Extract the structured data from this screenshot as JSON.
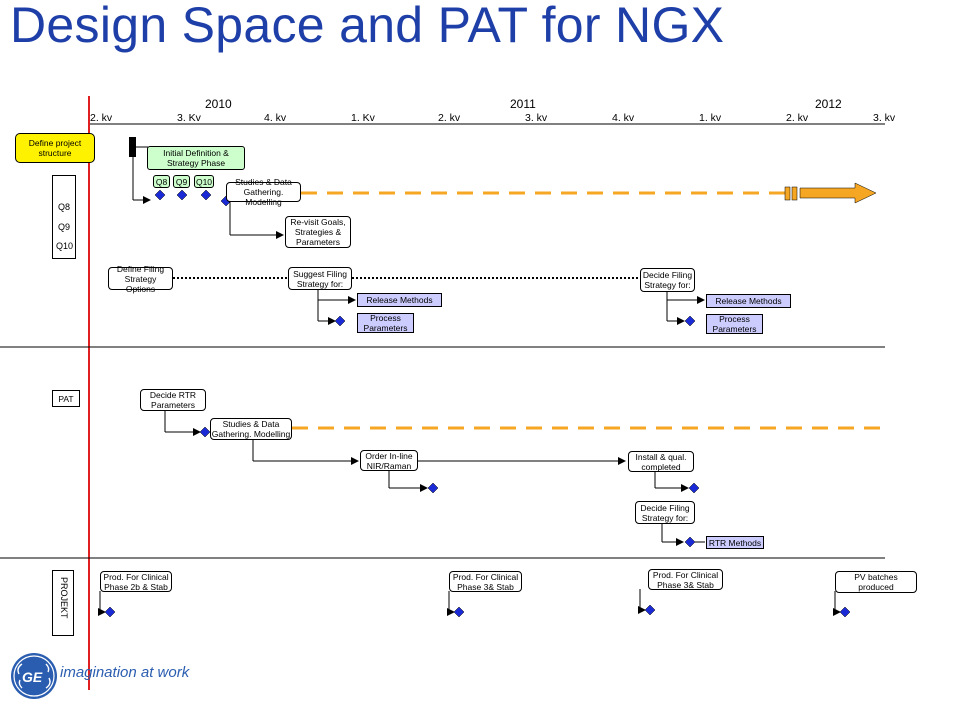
{
  "title": "Design Space and PAT for NGX",
  "years": [
    "2010",
    "2011",
    "2012"
  ],
  "quarters": [
    "2. kv",
    "3. Kv",
    "4. kv",
    "1. Kv",
    "2. kv",
    "3. kv",
    "4. kv",
    "1. kv",
    "2. kv",
    "3. kv"
  ],
  "define_project": "Define project structure",
  "initial_def": "Initial Definition & Strategy Phase",
  "q_row": [
    "Q8",
    "Q9",
    "Q10"
  ],
  "left_q": [
    "Q8",
    "Q9",
    "Q10"
  ],
  "studies1": "Studies & Data Gathering. Modelling",
  "revisit": "Re-visit Goals, Strategies & Parameters",
  "define_filing": "Define Filing Strategy Options",
  "suggest_filing": "Suggest Filing Strategy for:",
  "decide_filing1": "Decide Filing Strategy for:",
  "release1": "Release Methods",
  "process1": "Process Parameters",
  "release2": "Release Methods",
  "process2": "Process Parameters",
  "pat": "PAT",
  "decide_rtr": "Decide RTR Parameters",
  "studies2": "Studies & Data Gathering. Modelling",
  "order_inline": "Order In-line NIR/Raman",
  "install": "Install & qual. completed",
  "decide_filing2": "Decide Filing Strategy for:",
  "rtr_methods": "RTR Methods",
  "projekt": "PROJEKT",
  "prod1": "Prod. For Clinical Phase 2b & Stab",
  "prod2": "Prod. For Clinical Phase 3& Stab",
  "prod3": "Prod. For Clinical Phase 3& Stab",
  "pv": "PV batches produced",
  "logo_text": "imagination at work",
  "logo_mark": "GE",
  "colors": {
    "title": "#1f3fa8",
    "orange": "#f5a623",
    "red_line": "#e02020",
    "diamond": "#1a2bd6",
    "green": "#ccffcc",
    "blue": "#ccccff"
  }
}
